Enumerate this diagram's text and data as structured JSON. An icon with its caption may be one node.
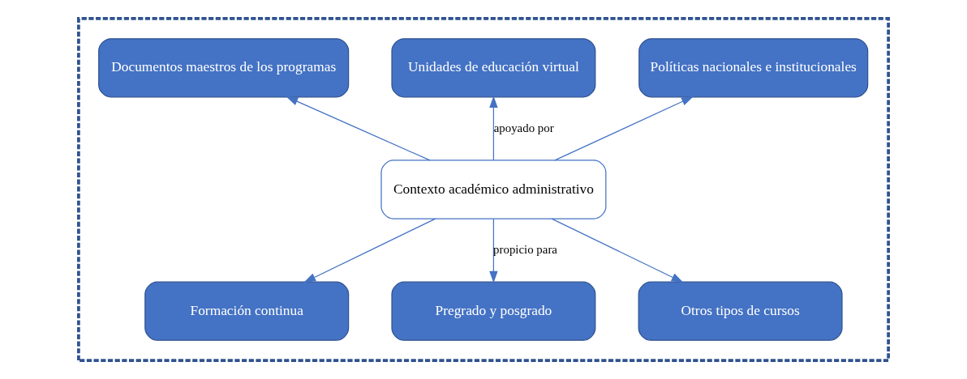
{
  "diagram": {
    "nodes": [
      {
        "text": [],
        "shape": "box"
      },
      {
        "text": [
          "Políticas nacionales e institucionales"
        ],
        "in": 0
      },
      {
        "text": [
          "Unidades de educación virtual"
        ],
        "in": 0
      },
      {
        "text": [
          "Documentos maestros de los programas"
        ],
        "in": 0
      },
      {
        "text": [
          "Contexto académico administrativo"
        ],
        "in": 0
      },
      {
        "text": [
          "Formación continua"
        ],
        "in": 0
      },
      {
        "text": [
          "Pregrado y posgrado"
        ],
        "in": 0
      },
      {
        "text": [
          "Otros tipos de cursos"
        ],
        "in": 0
      }
    ],
    "edges": [
      {
        "from": 4,
        "to": 1,
        "arrow": "to"
      },
      {
        "from": 4,
        "to": 2,
        "arrow": "to",
        "label": "apoyado por"
      },
      {
        "from": 4,
        "to": 3,
        "arrow": "to"
      },
      {
        "from": 4,
        "to": 5,
        "arrow": "to"
      },
      {
        "from": 4,
        "to": 6,
        "arrow": "to",
        "label": "propicio para"
      },
      {
        "from": 4,
        "to": 7,
        "arrow": "to"
      }
    ]
  }
}
